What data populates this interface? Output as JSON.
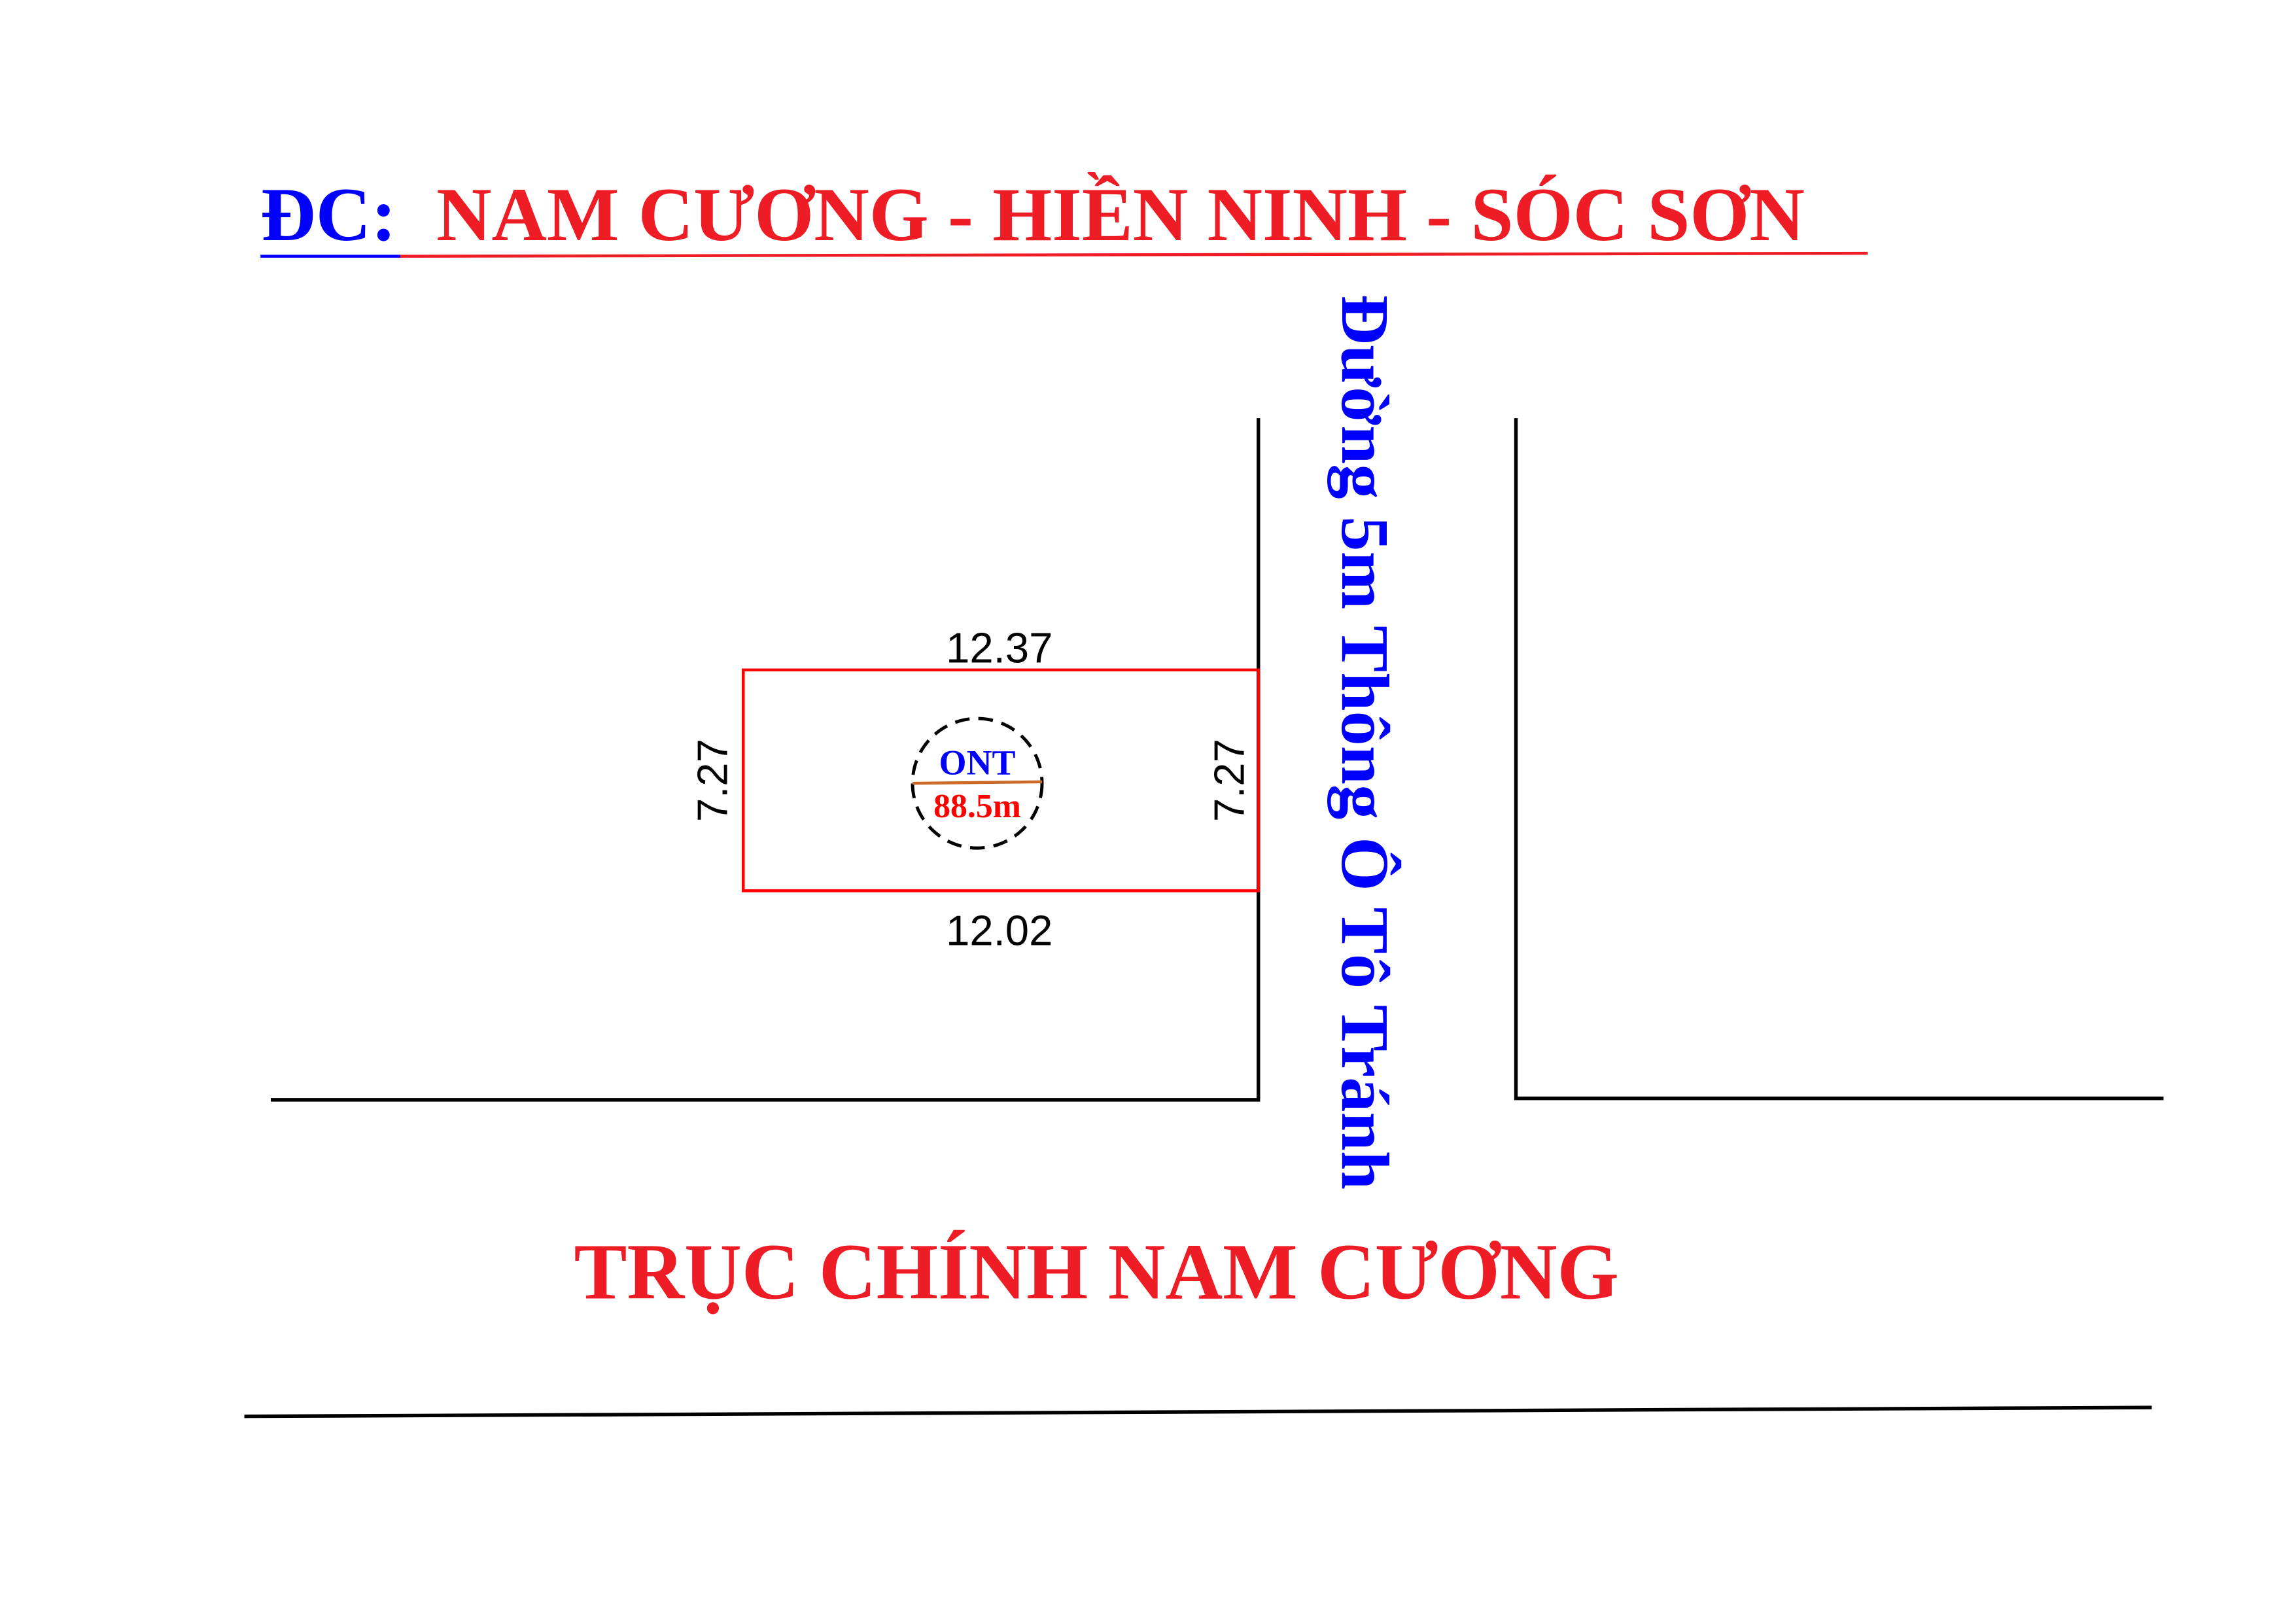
{
  "title": {
    "prefix": "ĐC:",
    "address": "NAM CƯƠNG - HIỀN NINH -  SÓC SƠN"
  },
  "plot": {
    "top_length": "12.37",
    "bottom_length": "12.02",
    "left_length": "7.27",
    "right_length": "7.27",
    "land_type": "ONT",
    "area": "88.5m"
  },
  "roads": {
    "side_road": "Đường 5m Thông Ô Tô Tránh",
    "main_road": "TRỤC CHÍNH NAM CƯƠNG"
  },
  "colors": {
    "blue": "#0000ff",
    "red": "#ee1c25",
    "plot_border": "#ff0000",
    "divider": "#c8692a"
  }
}
